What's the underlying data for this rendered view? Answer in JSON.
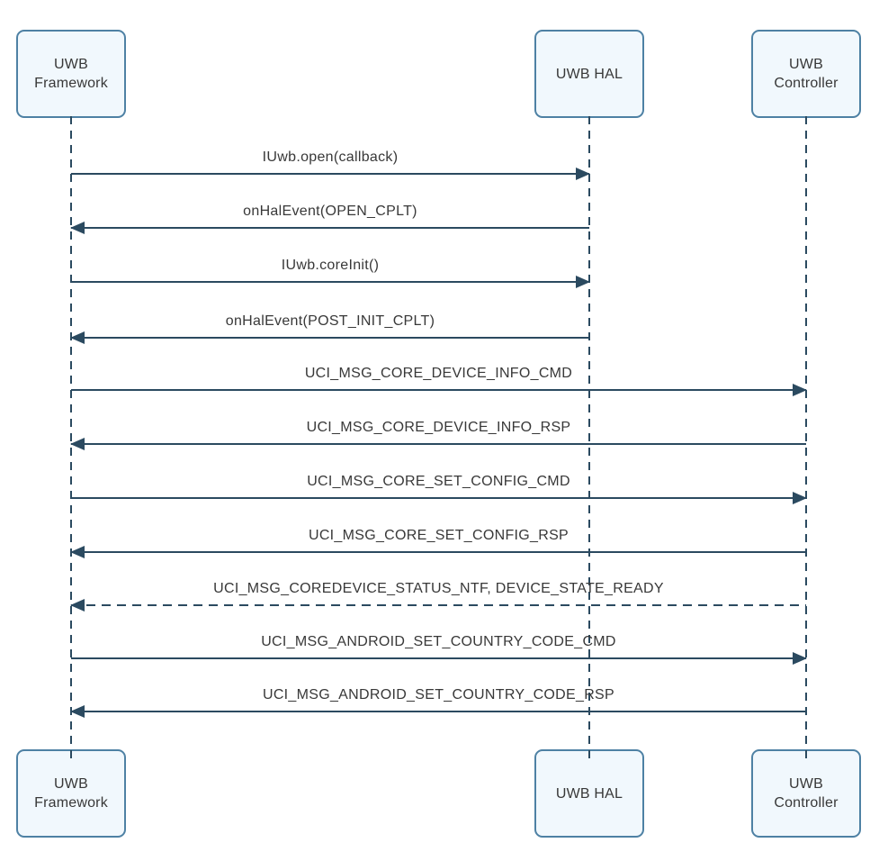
{
  "diagram": {
    "type": "uml-sequence",
    "actors": [
      {
        "id": "framework",
        "lines": [
          "UWB",
          "Framework"
        ]
      },
      {
        "id": "hal",
        "lines": [
          "UWB HAL"
        ]
      },
      {
        "id": "controller",
        "lines": [
          "UWB",
          "Controller"
        ]
      }
    ],
    "messages": [
      {
        "from": "framework",
        "to": "hal",
        "style": "solid",
        "label": "IUwb.open(callback)"
      },
      {
        "from": "hal",
        "to": "framework",
        "style": "solid",
        "label": "onHalEvent(OPEN_CPLT)"
      },
      {
        "from": "framework",
        "to": "hal",
        "style": "solid",
        "label": "IUwb.coreInit()"
      },
      {
        "from": "hal",
        "to": "framework",
        "style": "solid",
        "label": "onHalEvent(POST_INIT_CPLT)"
      },
      {
        "from": "framework",
        "to": "controller",
        "style": "solid",
        "label": "UCI_MSG_CORE_DEVICE_INFO_CMD"
      },
      {
        "from": "controller",
        "to": "framework",
        "style": "solid",
        "label": "UCI_MSG_CORE_DEVICE_INFO_RSP"
      },
      {
        "from": "framework",
        "to": "controller",
        "style": "solid",
        "label": "UCI_MSG_CORE_SET_CONFIG_CMD"
      },
      {
        "from": "controller",
        "to": "framework",
        "style": "solid",
        "label": "UCI_MSG_CORE_SET_CONFIG_RSP"
      },
      {
        "from": "controller",
        "to": "framework",
        "style": "dashed",
        "label": "UCI_MSG_COREDEVICE_STATUS_NTF, DEVICE_STATE_READY"
      },
      {
        "from": "framework",
        "to": "controller",
        "style": "solid",
        "label": "UCI_MSG_ANDROID_SET_COUNTRY_CODE_CMD"
      },
      {
        "from": "controller",
        "to": "framework",
        "style": "solid",
        "label": "UCI_MSG_ANDROID_SET_COUNTRY_CODE_RSP"
      }
    ],
    "colors": {
      "box_fill": "#f1f8fd",
      "box_border": "#4e81a4",
      "line": "#2b4a60",
      "text": "#383838"
    }
  }
}
